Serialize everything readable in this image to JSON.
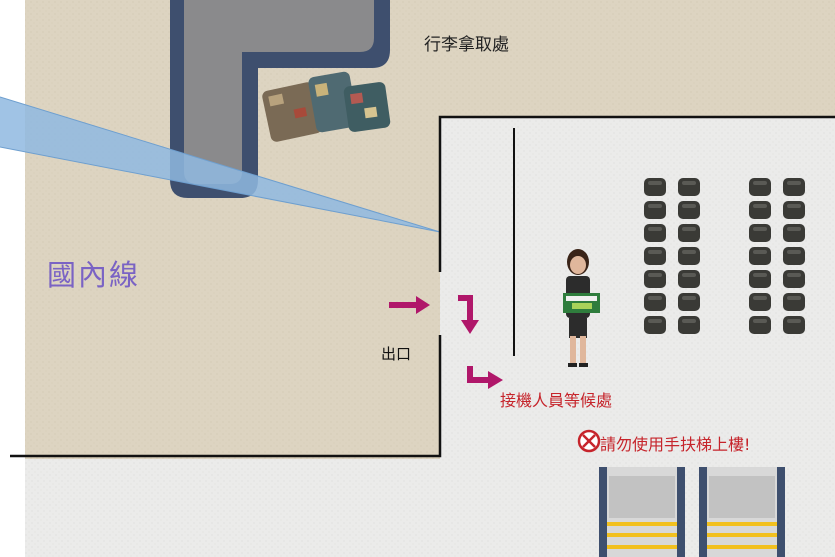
{
  "labels": {
    "baggage_claim": "行李拿取處",
    "domestic": "國內線",
    "exit": "出口",
    "waiting_area": "接機人員等候處",
    "no_escalator": "請勿使用手扶梯上樓!"
  },
  "colors": {
    "floor_outer": "#ddd4c1",
    "floor_inner": "#ebebea",
    "wall": "#111111",
    "belt_edge": "#3e4f6e",
    "belt_fill": "#8a8a8c",
    "arrow": "#b0176a",
    "warning_text": "#c6242b",
    "domestic_text": "#7a63c4",
    "beam": "#8fb8e0",
    "seat": "#3a3a36",
    "escalator_stripe": "#f2c01e"
  },
  "icons": [
    "luggage-icon",
    "arrow-right-icon",
    "arrow-down-icon",
    "arrow-turn-right-icon",
    "no-entry-icon",
    "greeter-figure",
    "seat-icon"
  ]
}
